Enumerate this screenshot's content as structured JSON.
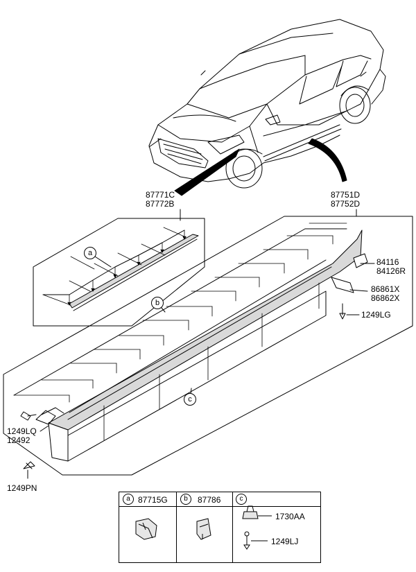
{
  "parts": {
    "front_molding": [
      "87771C",
      "87772B"
    ],
    "side_sill": [
      "87751D",
      "87752D"
    ],
    "bracket": [
      "84116",
      "84126R"
    ],
    "garnish": [
      "86861X",
      "86862X"
    ],
    "screw_rear": "1249LG",
    "clip_front": [
      "1249LQ",
      "12492"
    ],
    "screw_bottom": "1249PN"
  },
  "callouts": {
    "a": "a",
    "b": "b",
    "c": "c"
  },
  "legend": {
    "a": {
      "key": "a",
      "part": "87715G"
    },
    "b": {
      "key": "b",
      "part": "87786"
    },
    "c": {
      "key": "c",
      "parts": [
        "1730AA",
        "1249LJ"
      ]
    }
  },
  "colors": {
    "line": "#000000",
    "background": "#ffffff",
    "shade": "#d9d9d9"
  }
}
